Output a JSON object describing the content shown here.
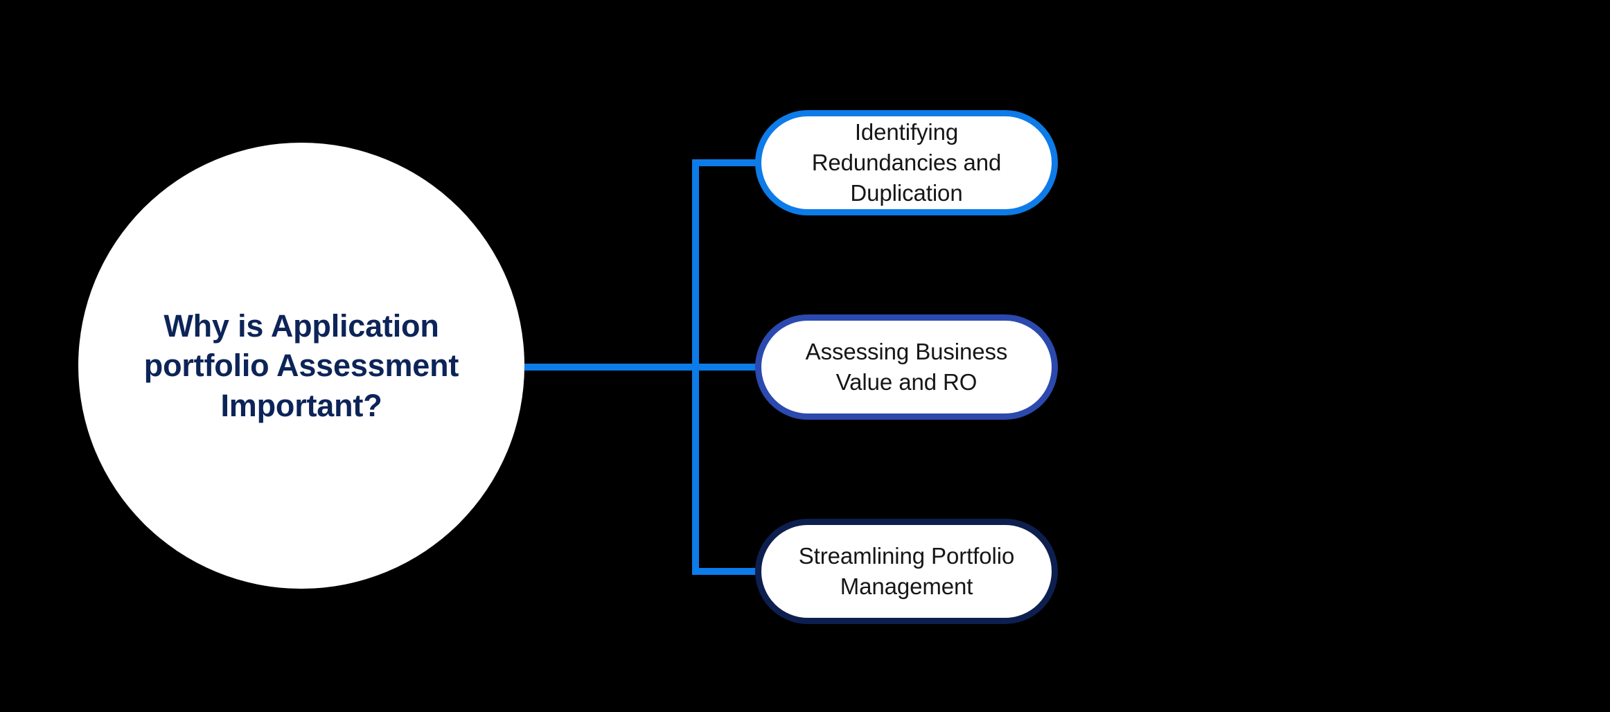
{
  "diagram": {
    "type": "hub-and-spoke",
    "background_color": "#000000",
    "hub": {
      "shape": "circle",
      "label": "Why is Application portfolio Assessment Important?",
      "fill_color": "#FFFFFF",
      "text_color": "#0D2458"
    },
    "connector": {
      "color": "#0D7BE8",
      "style": "orthogonal"
    },
    "nodes": [
      {
        "id": "node-identifying-redundancies",
        "label": "Identifying Redundancies and Duplication",
        "shape": "pill",
        "fill_color": "#FFFFFF",
        "border_color": "#0D7BE8",
        "text_color": "#161616"
      },
      {
        "id": "node-assessing-business-value",
        "label": "Assessing Business Value and RO",
        "shape": "pill",
        "fill_color": "#FFFFFF",
        "border_color": "#2B49AE",
        "text_color": "#161616"
      },
      {
        "id": "node-streamlining-portfolio-management",
        "label": "Streamlining Portfolio Management",
        "shape": "pill",
        "fill_color": "#FFFFFF",
        "border_color": "#0D1F4F",
        "text_color": "#161616"
      }
    ]
  }
}
